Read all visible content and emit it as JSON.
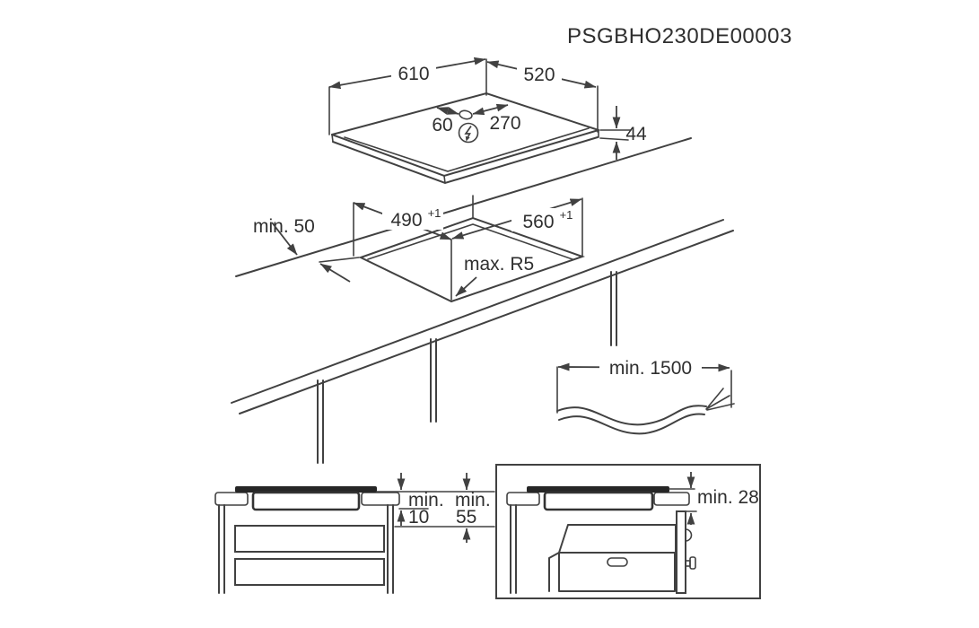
{
  "title": "PSGBHO230DE00003",
  "colors": {
    "ink": "#414141",
    "text": "#2f2f2f",
    "glass_fill": "#262626",
    "background": "#ffffff"
  },
  "hob": {
    "width": "610",
    "depth": "520",
    "height": "44",
    "cable_gland_offset_left": "60",
    "cable_gland_offset_right": "270",
    "power_icon": "lightning-bolt-in-circle"
  },
  "cutout": {
    "depth": "490",
    "depth_tolerance": "+1",
    "width": "560",
    "width_tolerance": "+1",
    "wall_clearance": "min. 50",
    "corner_radius": "max. R5"
  },
  "cable": {
    "length": "min. 1500"
  },
  "clearances": {
    "drawer_section": {
      "min_label_top": "min.",
      "hob_gap": "10",
      "min_label_right": "min.",
      "drawer_gap": "55"
    },
    "oven_section": {
      "gap": "min. 28"
    }
  }
}
